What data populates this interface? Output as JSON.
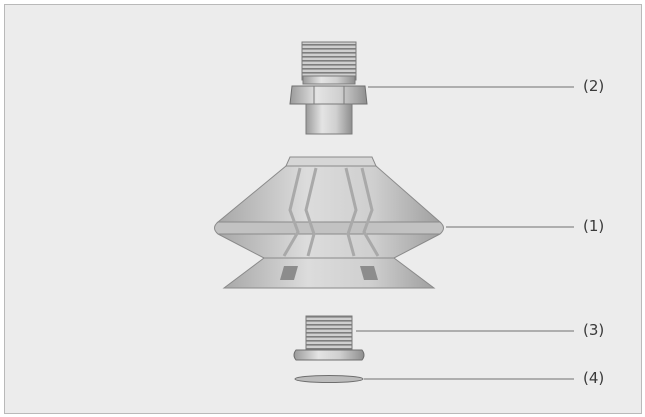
{
  "diagram": {
    "type": "exploded-view",
    "parts": [
      {
        "id": "fitting",
        "label": "(2)"
      },
      {
        "id": "suction-cup",
        "label": "(1)"
      },
      {
        "id": "insert",
        "label": "(3)"
      },
      {
        "id": "o-ring",
        "label": "(4)"
      }
    ]
  },
  "colors": {
    "background": "#ececec",
    "border": "#b9b9b9",
    "part_fill": "#c4c4c4",
    "part_dark": "#8d8d8d",
    "part_light": "#dedede",
    "leader_line": "#6f6f6f",
    "label_text": "#3a3a3a"
  }
}
